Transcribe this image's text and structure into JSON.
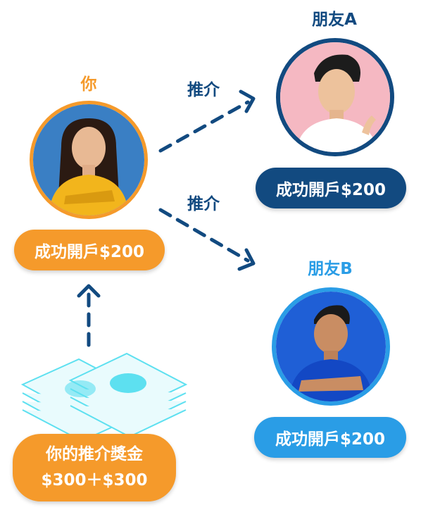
{
  "you": {
    "name": "你",
    "badge": "成功開戶$200"
  },
  "friend_a": {
    "name": "朋友A",
    "badge": "成功開戶$200"
  },
  "friend_b": {
    "name": "朋友B",
    "badge": "成功開戶$200"
  },
  "referral_label_top": "推介",
  "referral_label_bottom": "推介",
  "bonus": {
    "line1": "你的推介獎金",
    "line2": "$300＋$300"
  },
  "colors": {
    "orange": "#f59a2b",
    "navy": "#124a80",
    "sky": "#2a9de6",
    "money": "#5de0f0"
  }
}
